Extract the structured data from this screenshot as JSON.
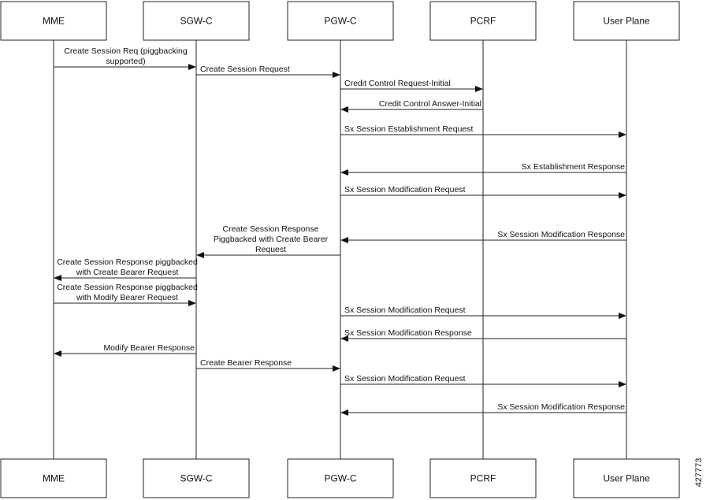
{
  "participants": [
    {
      "id": "mme",
      "top_label": "MME",
      "bottom_label": "MME"
    },
    {
      "id": "sgw",
      "top_label": "SGW-C",
      "bottom_label": "SGW-C"
    },
    {
      "id": "pgw",
      "top_label": "PGW-C",
      "bottom_label": "PGW-C"
    },
    {
      "id": "pcrf",
      "top_label": "PCRF",
      "bottom_label": "PCRF"
    },
    {
      "id": "up",
      "top_label": "User Plane",
      "bottom_label": "User Plane"
    }
  ],
  "messages": [
    {
      "from": "mme",
      "to": "sgw",
      "lines": [
        "Create Session Req (piggbacking",
        "supported)"
      ]
    },
    {
      "from": "sgw",
      "to": "pgw",
      "lines": [
        "Create Session Request"
      ]
    },
    {
      "from": "pgw",
      "to": "pcrf",
      "lines": [
        "Credit Control Request-Initial"
      ]
    },
    {
      "from": "pcrf",
      "to": "pgw",
      "lines": [
        "Credit Control Answer-Initial"
      ]
    },
    {
      "from": "pgw",
      "to": "up",
      "lines": [
        "Sx Session Establishment Request"
      ]
    },
    {
      "from": "up",
      "to": "pgw",
      "lines": [
        "Sx Establishment Response"
      ]
    },
    {
      "from": "pgw",
      "to": "up",
      "lines": [
        "Sx Session Modification Request"
      ]
    },
    {
      "from": "up",
      "to": "pgw",
      "lines": [
        "Sx Session Modification Response"
      ]
    },
    {
      "from": "pgw",
      "to": "sgw",
      "lines": [
        "Create Session Response",
        "Piggbacked with Create Bearer",
        "Request"
      ]
    },
    {
      "from": "sgw",
      "to": "mme",
      "lines": [
        "Create Session Response piggbacked",
        "with Create Bearer Request"
      ]
    },
    {
      "from": "mme",
      "to": "sgw",
      "lines": [
        "Create Session Response piggbacked",
        "with Modify Bearer Request"
      ]
    },
    {
      "from": "pgw",
      "to": "up",
      "lines": [
        "Sx Session Modification Request"
      ]
    },
    {
      "from": "up",
      "to": "pgw",
      "lines": [
        "Sx Session Modification Response"
      ]
    },
    {
      "from": "sgw",
      "to": "mme",
      "lines": [
        "Modify Bearer Response"
      ]
    },
    {
      "from": "sgw",
      "to": "pgw",
      "lines": [
        "Create Bearer Response"
      ]
    },
    {
      "from": "pgw",
      "to": "up",
      "lines": [
        "Sx Session Modification Request"
      ]
    },
    {
      "from": "up",
      "to": "pgw",
      "lines": [
        "Sx Session Modification Response"
      ]
    }
  ],
  "figure_id": "427773"
}
